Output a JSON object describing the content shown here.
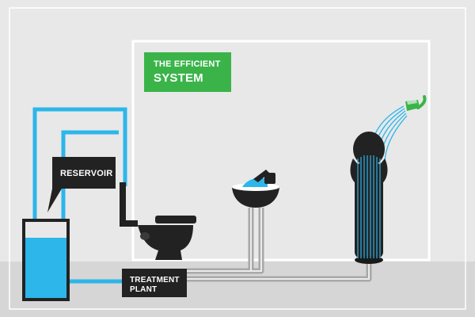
{
  "title": {
    "line1": "THE EFFICIENT",
    "line2": "SYSTEM"
  },
  "labels": {
    "reservoir": "RESERVOIR",
    "treatment_line1": "TREATMENT",
    "treatment_line2": "PLANT"
  },
  "colors": {
    "background": "#e8e8e8",
    "floor": "#d6d6d6",
    "frame": "#ffffff",
    "accent_green": "#3ab449",
    "water_blue": "#2cb6ea",
    "dark": "#222222",
    "pipe_gray": "#a8a8a8"
  },
  "icons": [
    "reservoir-tank-icon",
    "toilet-icon",
    "sink-icon",
    "shower-head-icon",
    "person-icon",
    "treatment-plant-icon"
  ]
}
